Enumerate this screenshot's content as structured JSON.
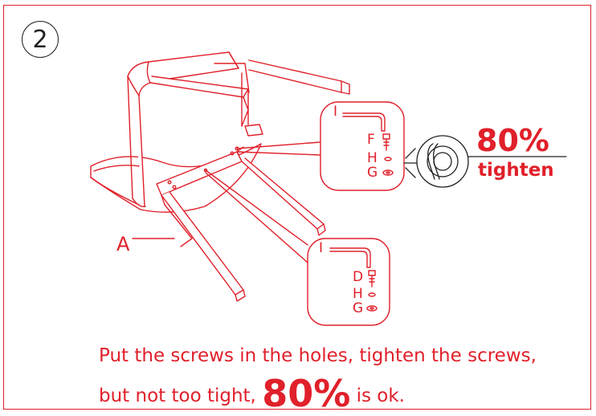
{
  "step": {
    "number": "2"
  },
  "parts": {
    "chair": "A",
    "upper_callout": {
      "tool": "I",
      "screw": "F",
      "spring_washer": "H",
      "flat_washer": "G"
    },
    "lower_callout": {
      "tool": "I",
      "screw": "D",
      "spring_washer": "H",
      "flat_washer": "G"
    }
  },
  "tighten": {
    "percent": "80%",
    "word": "tighten"
  },
  "instructions": {
    "line1": "Put the screws in the holes, tighten the screws,",
    "line2_prefix": "but not too tight,",
    "line2_emphasis": "80%",
    "line2_suffix": "is ok."
  },
  "colors": {
    "accent": "#e0202a",
    "ink": "#222222"
  }
}
